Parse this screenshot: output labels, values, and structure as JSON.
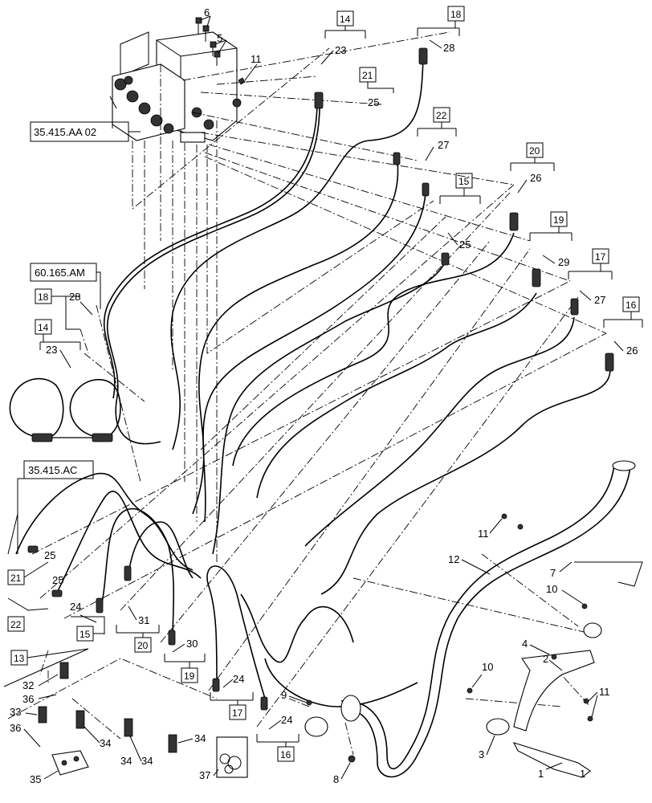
{
  "reference_labels": {
    "valve": "35.415.AA 02",
    "hitch": "60.165.AM",
    "coupler": "35.415.AC"
  },
  "callouts": [
    "1",
    "2",
    "3",
    "4",
    "5",
    "6",
    "7",
    "8",
    "9",
    "10",
    "10",
    "11",
    "11",
    "11",
    "12",
    "13",
    "14",
    "14",
    "15",
    "15",
    "16",
    "16",
    "17",
    "17",
    "18",
    "18",
    "19",
    "19",
    "20",
    "20",
    "21",
    "21",
    "22",
    "22",
    "23",
    "23",
    "24",
    "24",
    "24",
    "25",
    "25",
    "25",
    "25",
    "26",
    "26",
    "27",
    "27",
    "28",
    "28",
    "29",
    "30",
    "31",
    "32",
    "33",
    "34",
    "34",
    "34",
    "34",
    "35",
    "36",
    "36",
    "37"
  ]
}
